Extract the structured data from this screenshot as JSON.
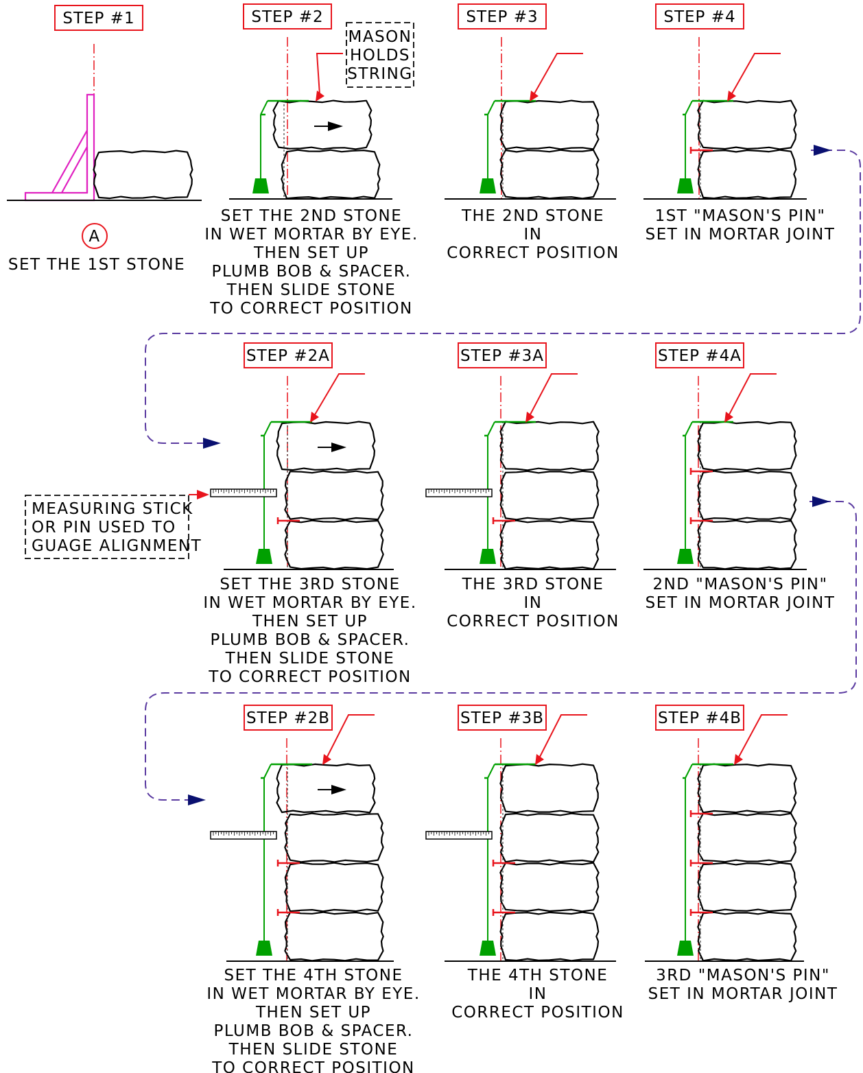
{
  "colors": {
    "stone": "#000000",
    "red": "#e8141c",
    "green": "#00a000",
    "magenta": "#e020c0",
    "purple": "#5a3aa0",
    "navy": "#0a1070"
  },
  "icons": {
    "bracket": "square-bracket-icon",
    "plumb_bob": "plumb-bob-icon",
    "measuring_stick": "ruler-icon",
    "mason_pin": "pin-icon",
    "slide_arrow": "arrow-right-icon"
  },
  "circle_label": "A",
  "notes": {
    "mason_string": [
      "MASON",
      "HOLDS",
      "STRING"
    ],
    "measuring_stick": [
      "MEASURING STICK",
      "OR PIN USED TO",
      "GUAGE ALIGNMENT"
    ]
  },
  "steps": [
    {
      "label": "STEP #1",
      "caption": [
        "SET THE 1ST STONE"
      ]
    },
    {
      "label": "STEP #2",
      "caption": [
        "SET THE 2ND STONE",
        "IN WET MORTAR BY EYE.",
        "THEN SET UP",
        "PLUMB BOB & SPACER.",
        "THEN SLIDE STONE",
        "TO CORRECT POSITION"
      ]
    },
    {
      "label": "STEP #3",
      "caption": [
        "THE 2ND STONE",
        "IN",
        "CORRECT POSITION"
      ]
    },
    {
      "label": "STEP #4",
      "caption": [
        "1ST \"MASON'S PIN\"",
        "SET IN MORTAR JOINT"
      ]
    },
    {
      "label": "STEP #2A",
      "caption": [
        "SET THE 3RD STONE",
        "IN WET MORTAR BY EYE.",
        "THEN SET UP",
        "PLUMB BOB & SPACER.",
        "THEN SLIDE STONE",
        "TO CORRECT POSITION"
      ]
    },
    {
      "label": "STEP #3A",
      "caption": [
        "THE 3RD STONE",
        "IN",
        "CORRECT POSITION"
      ]
    },
    {
      "label": "STEP #4A",
      "caption": [
        "2ND \"MASON'S PIN\"",
        "SET IN MORTAR JOINT"
      ]
    },
    {
      "label": "STEP #2B",
      "caption": [
        "SET THE 4TH STONE",
        "IN WET MORTAR BY EYE.",
        "THEN SET UP",
        "PLUMB BOB & SPACER.",
        "THEN SLIDE STONE",
        "TO CORRECT POSITION"
      ]
    },
    {
      "label": "STEP #3B",
      "caption": [
        "THE 4TH STONE",
        "IN",
        "CORRECT POSITION"
      ]
    },
    {
      "label": "STEP #4B",
      "caption": [
        "3RD \"MASON'S PIN\"",
        "SET IN MORTAR JOINT"
      ]
    }
  ]
}
